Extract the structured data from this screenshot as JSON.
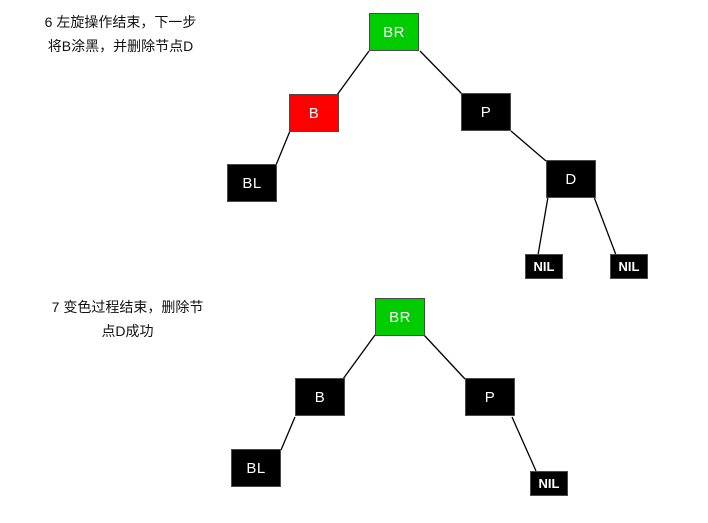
{
  "colors": {
    "background": "#ffffff",
    "caption_text": "#111111",
    "node_text": "#ffffff",
    "node_border": "#4a4a4a",
    "edge": "#000000",
    "green": "#00cc00",
    "red": "#ff0000",
    "black": "#000000"
  },
  "figure6": {
    "caption_line1": "6 左旋操作结束，下一步",
    "caption_line2": "将B涂黑，并删除节点D",
    "nodes": {
      "root": {
        "label": "BR",
        "color": "green"
      },
      "left": {
        "label": "B",
        "color": "red"
      },
      "right": {
        "label": "P",
        "color": "black"
      },
      "left_left": {
        "label": "BL",
        "color": "black"
      },
      "right_right": {
        "label": "D",
        "color": "black"
      },
      "nil_left": {
        "label": "NIL",
        "color": "black"
      },
      "nil_right": {
        "label": "NIL",
        "color": "black"
      }
    },
    "edges": [
      [
        "BR",
        "B"
      ],
      [
        "BR",
        "P"
      ],
      [
        "B",
        "BL"
      ],
      [
        "P",
        "D"
      ],
      [
        "D",
        "NIL"
      ],
      [
        "D",
        "NIL"
      ]
    ]
  },
  "figure7": {
    "caption_line1": "7 变色过程结束，删除节",
    "caption_line2": "点D成功",
    "nodes": {
      "root": {
        "label": "BR",
        "color": "green"
      },
      "left": {
        "label": "B",
        "color": "black"
      },
      "right": {
        "label": "P",
        "color": "black"
      },
      "left_left": {
        "label": "BL",
        "color": "black"
      },
      "right_nil": {
        "label": "NIL",
        "color": "black"
      }
    },
    "edges": [
      [
        "BR",
        "B"
      ],
      [
        "BR",
        "P"
      ],
      [
        "B",
        "BL"
      ],
      [
        "P",
        "NIL"
      ]
    ]
  }
}
